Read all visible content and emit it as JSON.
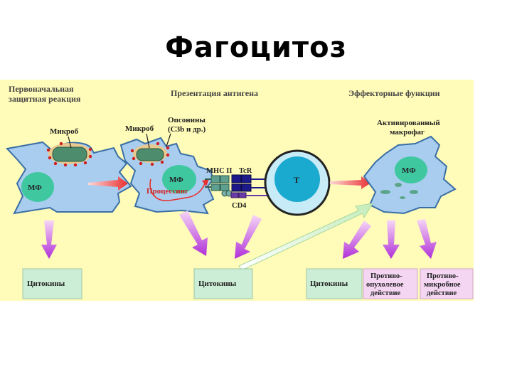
{
  "slide": {
    "title": "Фагоцитоз"
  },
  "panel": {
    "col1_heading_line1": "Первоначальная",
    "col1_heading_line2": "защитная реакция",
    "col2_heading": "Презентация антигена",
    "col3_heading": "Эффекторные функции"
  },
  "labels": {
    "microbe1": "Микроб",
    "microbe2": "Микроб",
    "opsonins_line1": "Опсонины",
    "opsonins_line2": "(C3b и др.)",
    "activated_line1": "Активированный",
    "activated_line2": "макрофаг",
    "mf1": "МФ",
    "mf2": "МФ",
    "mf3": "МФ",
    "processing": "Процессинг",
    "mhc": "MHC II",
    "tcr": "TcR",
    "cd4": "CD4",
    "t_cell": "T"
  },
  "boxes": {
    "cytokines1": "Цитокины",
    "cytokines2": "Цитокины",
    "cytokines3": "Цитокины",
    "antitumor_line1": "Противо-",
    "antitumor_line2": "опухолевое",
    "antitumor_line3": "действие",
    "antimicrobial_line1": "Противо-",
    "antimicrobial_line2": "микробное",
    "antimicrobial_line3": "действие"
  },
  "colors": {
    "panel_bg": "#fffbb8",
    "cell_fill": "#a9cdee",
    "cell_stroke": "#3a6fa6",
    "microbe_fill": "#4d8c6c",
    "microbe_vacuole": "#e9c98f",
    "opsonin_dots": "#d11e1e",
    "nucleus_fill": "#3fc8a0",
    "t_cell_fill": "#c8ecf7",
    "t_nucleus_fill": "#1aa9cf",
    "mhc_fill": "#5f9f8e",
    "tcr_fill": "#1c1a8a",
    "arrow_red": "#e83030",
    "arrow_magenta": "#b030d8",
    "arrow_light_green": "#d6f3cc",
    "cytokine_box": "#cdeed6",
    "effect_box": "#f4d6f2"
  }
}
